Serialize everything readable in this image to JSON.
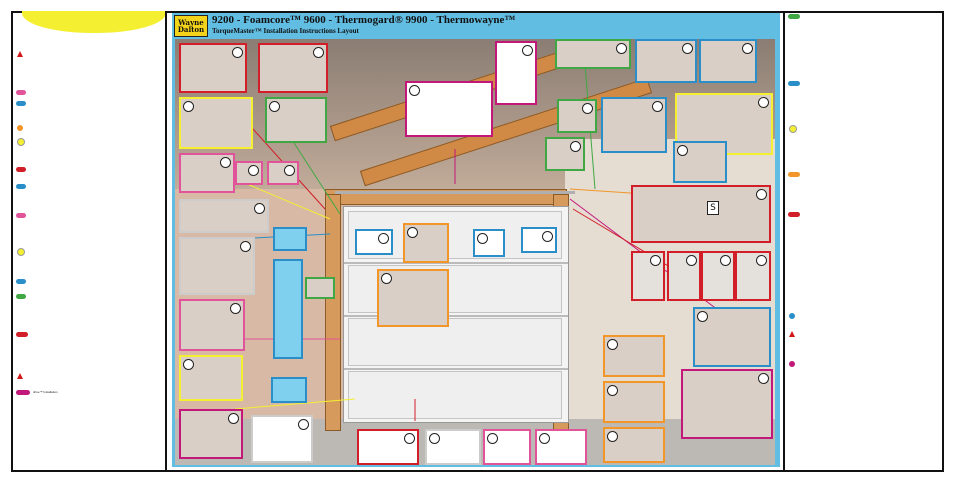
{
  "header": {
    "brand_line1": "Wayne",
    "brand_line2": "Dalton",
    "title": "9200 - Foamcore™   9600 - Thermogard®   9900 - Thermowayne™",
    "subtitle": "TorqueMaster™ Installation Instructions Layout"
  },
  "left_panel": {
    "footer_note": "drive™ Installation"
  },
  "colors": {
    "yellow": "#f5ef32",
    "red": "#d21e28",
    "green": "#3fa845",
    "blue": "#2a8fc9",
    "pink": "#e2549a",
    "magenta": "#c2187a",
    "orange": "#f2962a",
    "scene_blue": "#62bde2"
  },
  "icons": {
    "warning": "warning-triangle-icon",
    "detail_marker": "detail-number-icon",
    "torque_sign": "S"
  },
  "callout": {
    "spring_sign": "S"
  }
}
